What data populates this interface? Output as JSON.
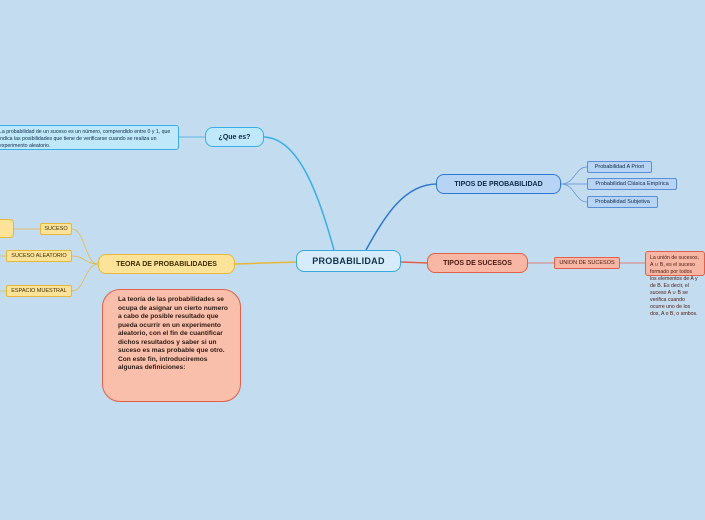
{
  "root": {
    "label": "PROBABILIDAD"
  },
  "que_es": {
    "label": "¿Que es?",
    "definition": "La probabilidad de un suceso es un número, comprendido entre 0 y 1, que indica las posibilidades que tiene de verificarse cuando se realiza un experimento aleatorio."
  },
  "tipos_probabilidad": {
    "label": "TIPOS DE PROBABILIDAD",
    "items": [
      "Probabilidad A Priori",
      "Probabilidad Clásica Empírica",
      "Probabilidad Subjetiva"
    ]
  },
  "tipos_sucesos": {
    "label": "TIPOS DE SUCESOS",
    "child": "UNION DE SUCESOS",
    "child_definition": "La unión de sucesos, A ∪ B, es el suceso formado por todos los elementos de A y de B. Es decir, el suceso A ∪ B se verifica cuando ocurre uno de los dos, A o B, o ambos."
  },
  "teoria": {
    "label": "TEORA DE PROBABILIDADES",
    "items": [
      "SUCESO",
      "SUCESO ALEATORIO",
      "ESPACIO MUESTRAL"
    ],
    "description": "La teoría de las probabilidades se ocupa de asignar un cierto numero a cabo de posible resultado que pueda ocurrir en un experimento aleatorio, con el fin de cuantificar dichos resultados y saber si un suceso es mas probable que otro. Con este fin, introduciremos algunas definiciones:"
  },
  "colors": {
    "background": "#c3dcf0",
    "blue_branch": "#2d78d2",
    "cyan_branch": "#39aee6",
    "red_branch": "#e0604a",
    "yellow_branch": "#e6b83a"
  }
}
